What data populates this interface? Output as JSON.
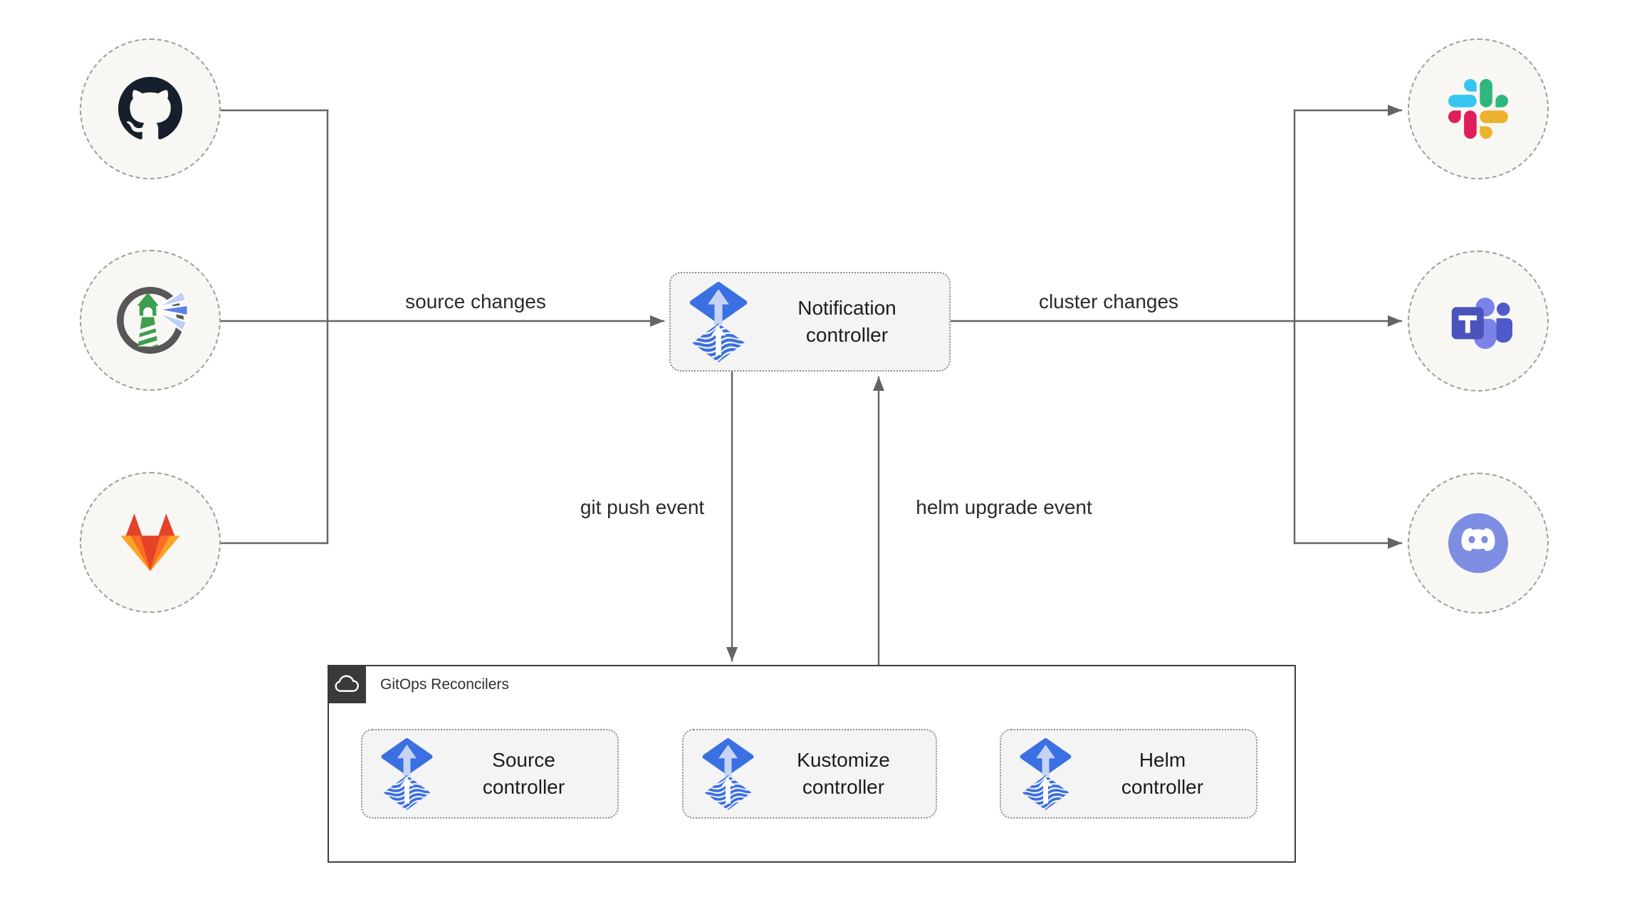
{
  "diagram": {
    "labels": {
      "source_changes": "source changes",
      "cluster_changes": "cluster changes",
      "git_push_event": "git push event",
      "helm_upgrade_event": "helm upgrade event"
    },
    "group": {
      "title": "GitOps Reconcilers"
    },
    "nodes": {
      "notification": {
        "line1": "Notification",
        "line2": "controller"
      },
      "source": {
        "line1": "Source",
        "line2": "controller"
      },
      "kustomize": {
        "line1": "Kustomize",
        "line2": "controller"
      },
      "helm": {
        "line1": "Helm",
        "line2": "controller"
      }
    },
    "endpoints": {
      "left": [
        "github",
        "harbor",
        "gitlab"
      ],
      "right": [
        "slack",
        "teams",
        "discord"
      ]
    },
    "colors": {
      "flux_blue": "#3a70e2",
      "flux_arrow_light": "#c6d3f4",
      "line_gray": "#646464",
      "node_fill": "#f4f4f4",
      "circle_fill": "#f8f7f3",
      "github_ink": "#16202c",
      "harbor_green": "#3d9e4e",
      "harbor_gray": "#575757",
      "gitlab_red": "#e24329",
      "gitlab_orange": "#fc6d26",
      "gitlab_yellow": "#fca326",
      "slack_blue": "#36c5f0",
      "slack_green": "#2eb67d",
      "slack_yellow": "#ecb22e",
      "slack_pink": "#e01e5a",
      "teams_dark": "#4b53bc",
      "teams_light": "#7b83eb",
      "teams_mid": "#5059c9",
      "discord_blurple": "#7d8ee2"
    }
  }
}
